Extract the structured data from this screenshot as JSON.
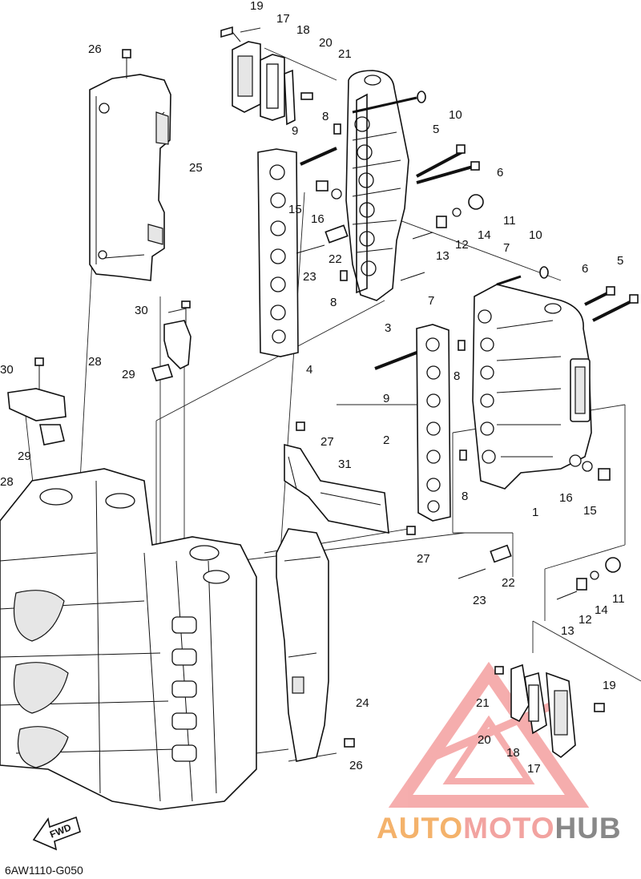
{
  "diagram": {
    "code": "6AW1110-G050",
    "fwd_label": "FWD",
    "watermark": {
      "part1": "AUTO",
      "part2": "MOTO",
      "part3": "HUB"
    },
    "callouts": [
      {
        "id": "c19a",
        "label": "19"
      },
      {
        "id": "c17a",
        "label": "17"
      },
      {
        "id": "c18a",
        "label": "18"
      },
      {
        "id": "c20a",
        "label": "20"
      },
      {
        "id": "c21a",
        "label": "21"
      },
      {
        "id": "c26a",
        "label": "26"
      },
      {
        "id": "c10a",
        "label": "10"
      },
      {
        "id": "c8a",
        "label": "8"
      },
      {
        "id": "c9a",
        "label": "9"
      },
      {
        "id": "c5a",
        "label": "5"
      },
      {
        "id": "c6a",
        "label": "6"
      },
      {
        "id": "c25",
        "label": "25"
      },
      {
        "id": "c15a",
        "label": "15"
      },
      {
        "id": "c16a",
        "label": "16"
      },
      {
        "id": "c11a",
        "label": "11"
      },
      {
        "id": "c12a",
        "label": "12"
      },
      {
        "id": "c14a",
        "label": "14"
      },
      {
        "id": "c13a",
        "label": "13"
      },
      {
        "id": "c22a",
        "label": "22"
      },
      {
        "id": "c23a",
        "label": "23"
      },
      {
        "id": "c7a",
        "label": "7"
      },
      {
        "id": "c10b",
        "label": "10"
      },
      {
        "id": "c6b",
        "label": "6"
      },
      {
        "id": "c5b",
        "label": "5"
      },
      {
        "id": "c8b",
        "label": "8"
      },
      {
        "id": "c7b",
        "label": "7"
      },
      {
        "id": "c3",
        "label": "3"
      },
      {
        "id": "c30a",
        "label": "30"
      },
      {
        "id": "c28a",
        "label": "28"
      },
      {
        "id": "c29a",
        "label": "29"
      },
      {
        "id": "c4",
        "label": "4"
      },
      {
        "id": "c30b",
        "label": "30"
      },
      {
        "id": "c8c",
        "label": "8"
      },
      {
        "id": "c9b",
        "label": "9"
      },
      {
        "id": "c29b",
        "label": "29"
      },
      {
        "id": "c28b",
        "label": "28"
      },
      {
        "id": "c27a",
        "label": "27"
      },
      {
        "id": "c2",
        "label": "2"
      },
      {
        "id": "c31",
        "label": "31"
      },
      {
        "id": "c16b",
        "label": "16"
      },
      {
        "id": "c15b",
        "label": "15"
      },
      {
        "id": "c8d",
        "label": "8"
      },
      {
        "id": "c1",
        "label": "1"
      },
      {
        "id": "c27b",
        "label": "27"
      },
      {
        "id": "c22b",
        "label": "22"
      },
      {
        "id": "c23b",
        "label": "23"
      },
      {
        "id": "c11b",
        "label": "11"
      },
      {
        "id": "c14b",
        "label": "14"
      },
      {
        "id": "c12b",
        "label": "12"
      },
      {
        "id": "c13b",
        "label": "13"
      },
      {
        "id": "c24",
        "label": "24"
      },
      {
        "id": "c19b",
        "label": "19"
      },
      {
        "id": "c21b",
        "label": "21"
      },
      {
        "id": "c20b",
        "label": "20"
      },
      {
        "id": "c18b",
        "label": "18"
      },
      {
        "id": "c17b",
        "label": "17"
      },
      {
        "id": "c26b",
        "label": "26"
      }
    ]
  }
}
